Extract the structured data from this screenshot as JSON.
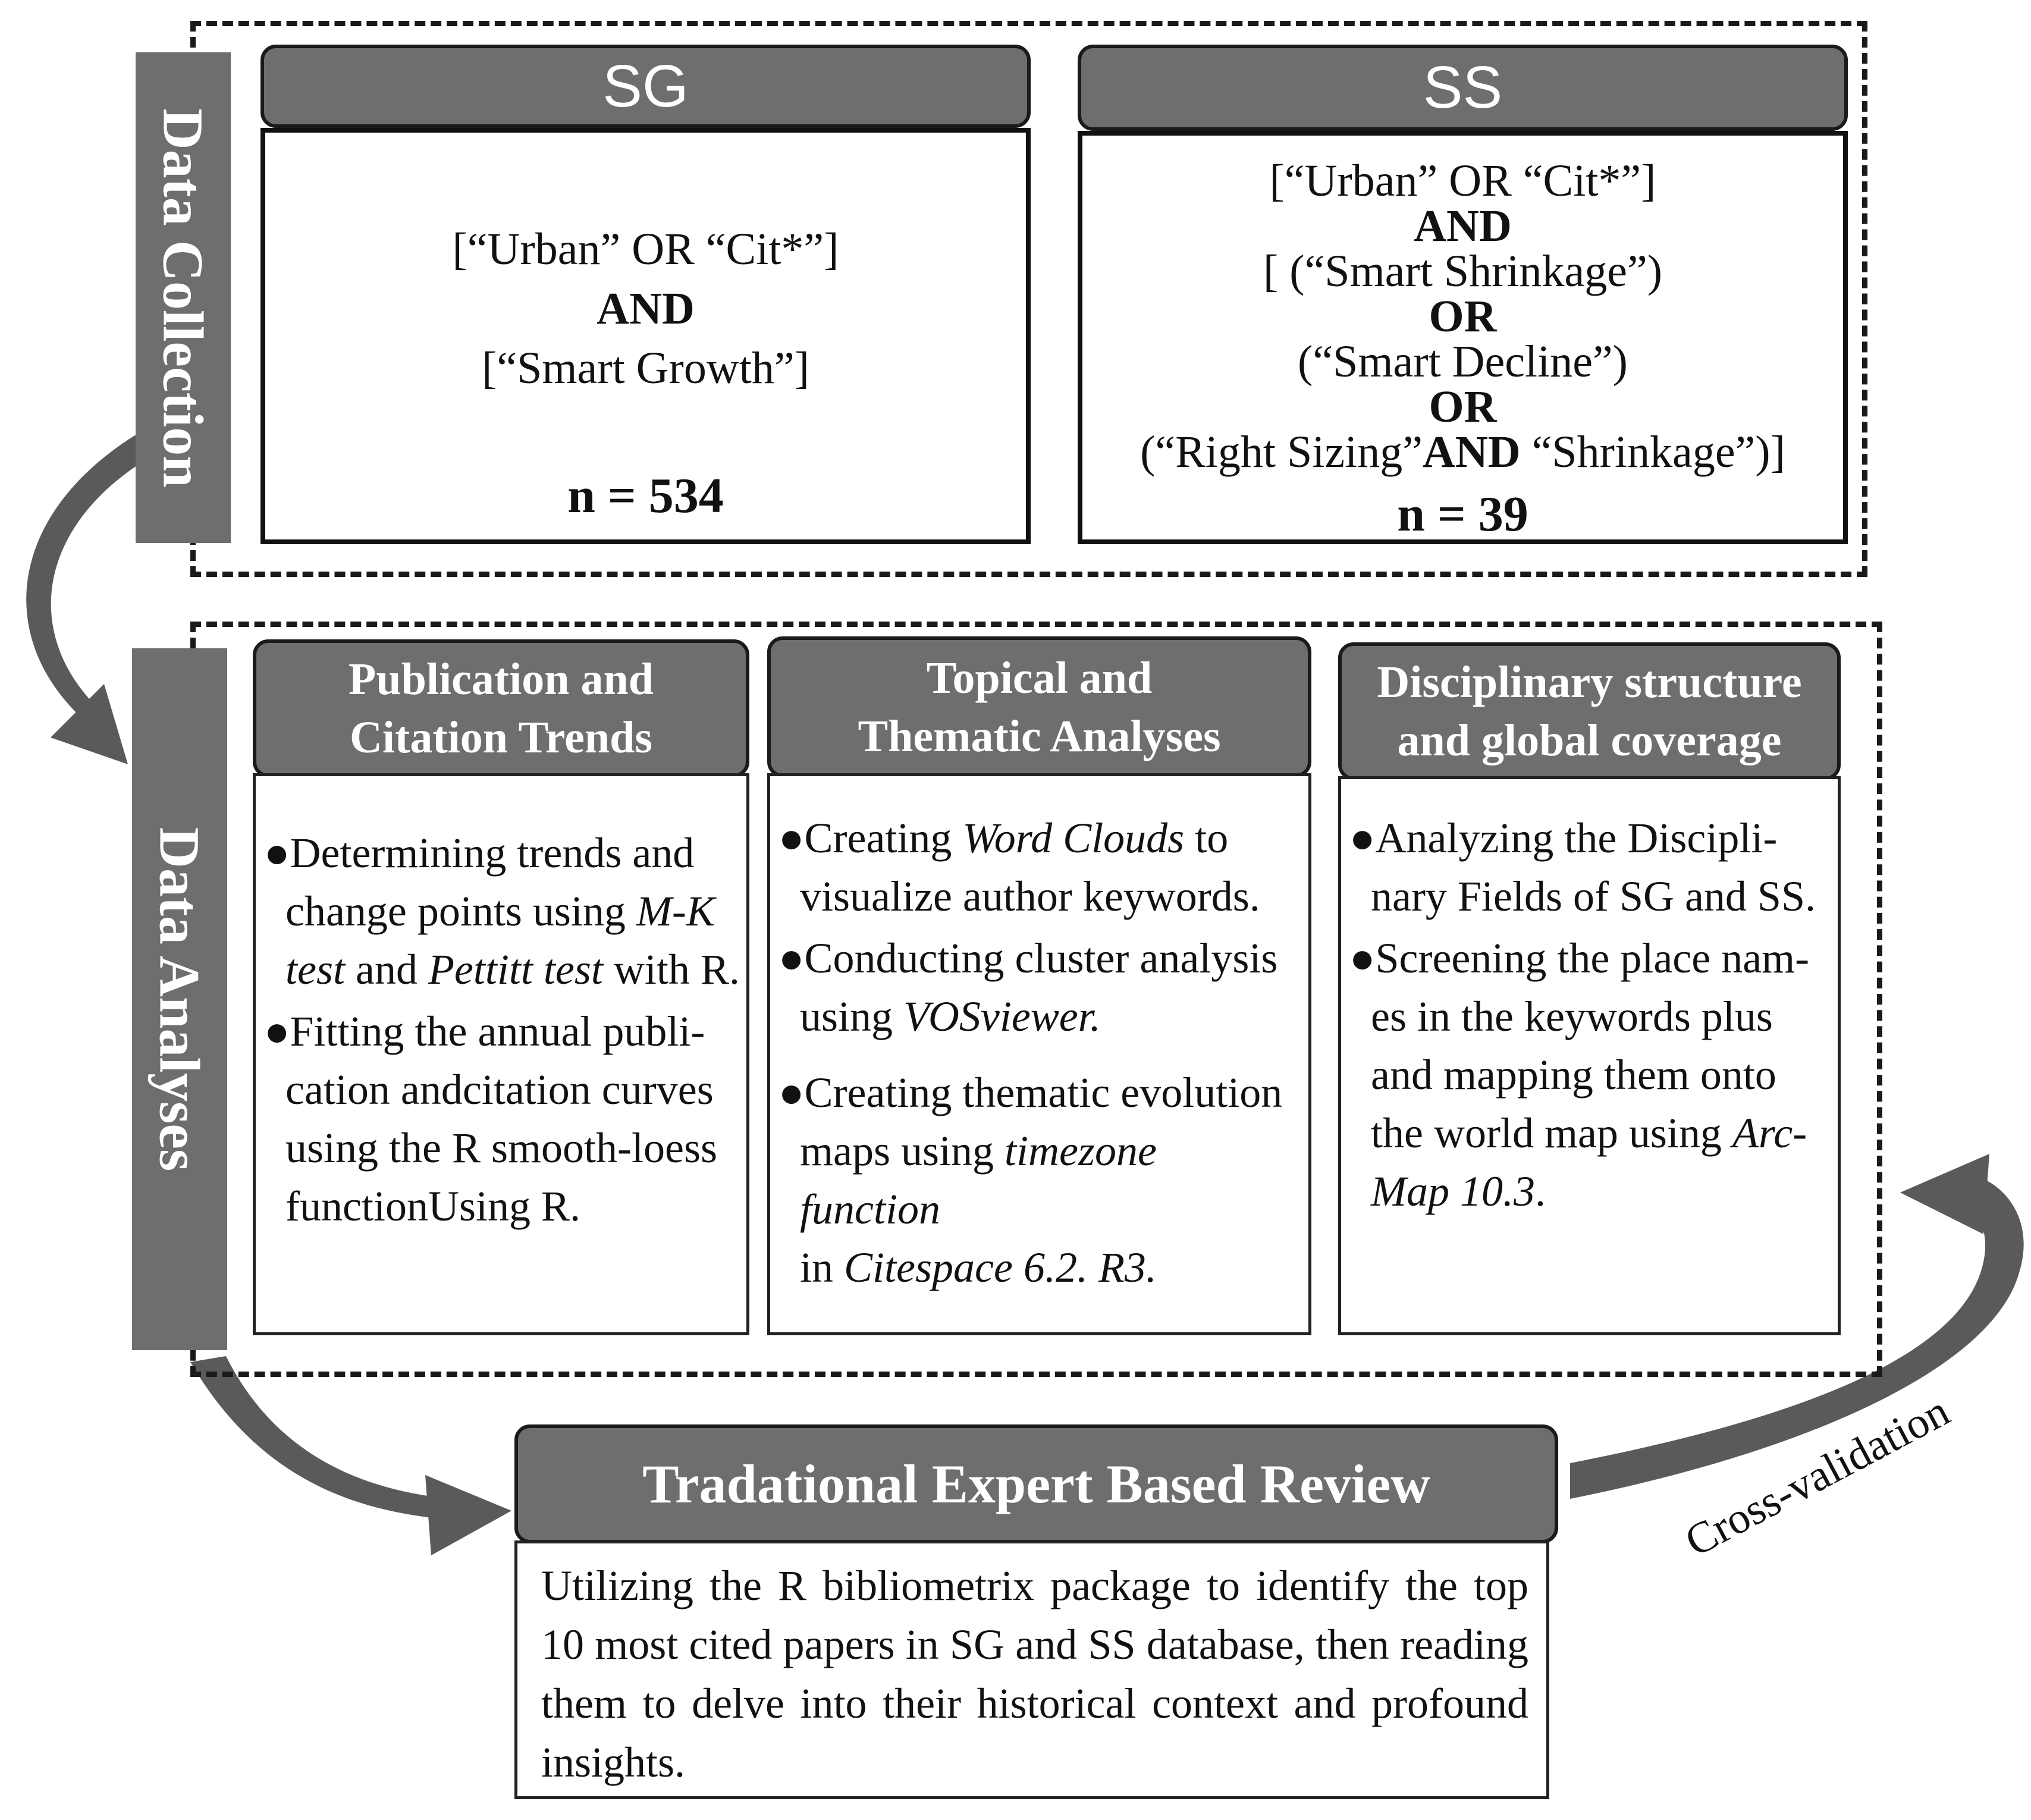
{
  "sections": {
    "data_collection": "Data Collection",
    "data_analyses": "Data Analyses"
  },
  "sg": {
    "header": "SG",
    "q1": "[“Urban” OR “Cit*”]",
    "q2": "AND",
    "q3": "[“Smart Growth”]",
    "n": "n = 534"
  },
  "ss": {
    "header": "SS",
    "q1": "[“Urban” OR “Cit*”]",
    "q2": "AND",
    "q3": "[ (“Smart Shrinkage”)",
    "q4": "OR",
    "q5": "(“Smart Decline”)",
    "q6": "OR",
    "q7a": "(“Right Sizing”",
    "q7b": "AND",
    "q7c": " “Shrinkage”)]",
    "n": "n = 39"
  },
  "analyses": [
    {
      "header_line1": "Publication and",
      "header_line2": "Citation Trends",
      "b1_lead": "●Determining trends and",
      "b1_l2a": "change points using ",
      "b1_l2b": "M-K",
      "b1_l3a": "test",
      "b1_l3b": " and ",
      "b1_l3c": "Pettitt test",
      "b1_l3d": " with R.",
      "b2_lead": "●Fitting the annual publi-",
      "b2_l2": "cation andcitation curves",
      "b2_l3": "using the R smooth-loess",
      "b2_l4": "functionUsing R."
    },
    {
      "header_line1": "Topical and",
      "header_line2": "Thematic Analyses",
      "b1_a": "●Creating ",
      "b1_b": "Word Clouds",
      "b1_c": "  to",
      "b1_l2": "visualize author keywords.",
      "b2_lead": "●Conducting  cluster analysis",
      "b2_l2a": "using ",
      "b2_l2b": "VOSviewer.",
      "b3_lead": "●Creating thematic evolution",
      "b3_l2a": "maps using ",
      "b3_l2b": "timezone function",
      "b3_l3a": "in ",
      "b3_l3b": "Citespace 6.2. R3."
    },
    {
      "header_line1": "Disciplinary structure",
      "header_line2": "and global coverage",
      "b1_lead": "●Analyzing the Discipli-",
      "b1_l2": "nary Fields of SG and SS.",
      "b2_lead": "●Screening the place nam-",
      "b2_l2": "es in  the  keywords plus",
      "b2_l3": "and mapping  them  onto",
      "b2_l4a": "the world map using ",
      "b2_l4b": "Arc-",
      "b2_l5": "Map 10.3",
      "b2_l5b": "."
    }
  ],
  "review": {
    "header": "Tradational Expert Based Review",
    "text": "Utilizing the R bibliometrix package to identify the top 10 most cited papers in SG and SS database, then reading them to delve into their historical context and profound insights."
  },
  "cross_validation": "Cross-validation"
}
